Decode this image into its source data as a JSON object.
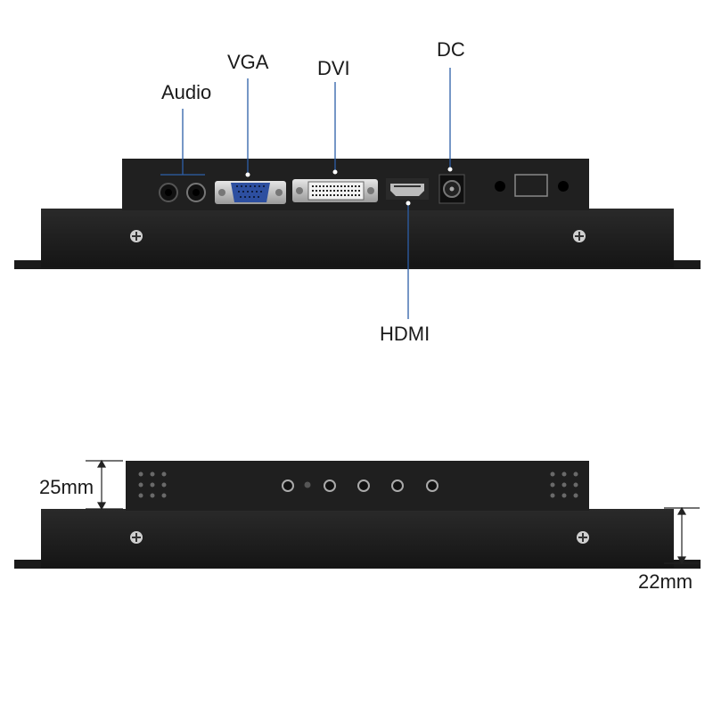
{
  "top_view": {
    "labels": {
      "audio": "Audio",
      "vga": "VGA",
      "dvi": "DVI",
      "dc": "DC",
      "hdmi": "HDMI"
    }
  },
  "side_view": {
    "dimensions": {
      "back_height": "25mm",
      "front_height": "22mm"
    }
  },
  "colors": {
    "chassis": "#1e1e1e",
    "chassis_edge": "#3a3a3a",
    "leader_line": "#2d5fa8",
    "vga_blue": "#2d4fa0",
    "connector_metal": "#c9c9c9"
  }
}
